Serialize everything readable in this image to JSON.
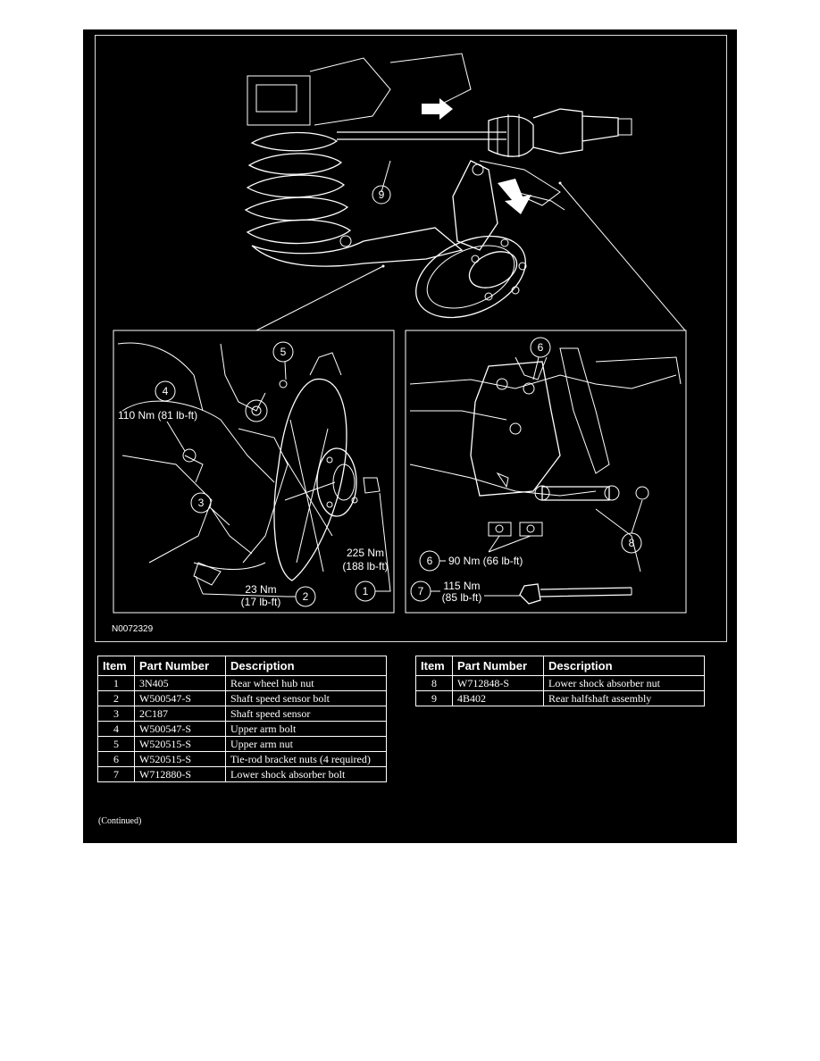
{
  "figure": {
    "id": "N0072329",
    "callouts": {
      "c1": "1",
      "c2": "2",
      "c3": "3",
      "c4": "4",
      "c5": "5",
      "c6a": "6",
      "c6b": "6",
      "c7": "7",
      "c8": "8",
      "c9": "9"
    },
    "torques": {
      "t4_line1": "110 Nm (81 lb-ft)",
      "t1_line1": "225 Nm",
      "t1_line2": "(188 lb-ft)",
      "t2_line1": "23 Nm",
      "t2_line2": "(17 lb-ft)",
      "t6_line1": "90 Nm (66 lb-ft)",
      "t7_line1": "115 Nm",
      "t7_line2": "(85 lb-ft)"
    }
  },
  "table": {
    "headers": {
      "item": "Item",
      "part_number": "Part Number",
      "description": "Description"
    },
    "left_rows": [
      {
        "item": "1",
        "part_number": "3N405",
        "description": "Rear wheel hub nut"
      },
      {
        "item": "2",
        "part_number": "W500547-S",
        "description": "Shaft speed sensor bolt"
      },
      {
        "item": "3",
        "part_number": "2C187",
        "description": "Shaft speed sensor"
      },
      {
        "item": "4",
        "part_number": "W500547-S",
        "description": "Upper arm bolt"
      },
      {
        "item": "5",
        "part_number": "W520515-S",
        "description": "Upper arm nut"
      },
      {
        "item": "6",
        "part_number": "W520515-S",
        "description": "Tie-rod bracket nuts (4 required)"
      },
      {
        "item": "7",
        "part_number": "W712880-S",
        "description": "Lower shock absorber bolt"
      }
    ],
    "right_rows": [
      {
        "item": "8",
        "part_number": "W712848-S",
        "description": "Lower shock absorber nut"
      },
      {
        "item": "9",
        "part_number": "4B402",
        "description": "Rear halfshaft assembly"
      }
    ]
  },
  "footer": {
    "continued": "(Continued)"
  }
}
